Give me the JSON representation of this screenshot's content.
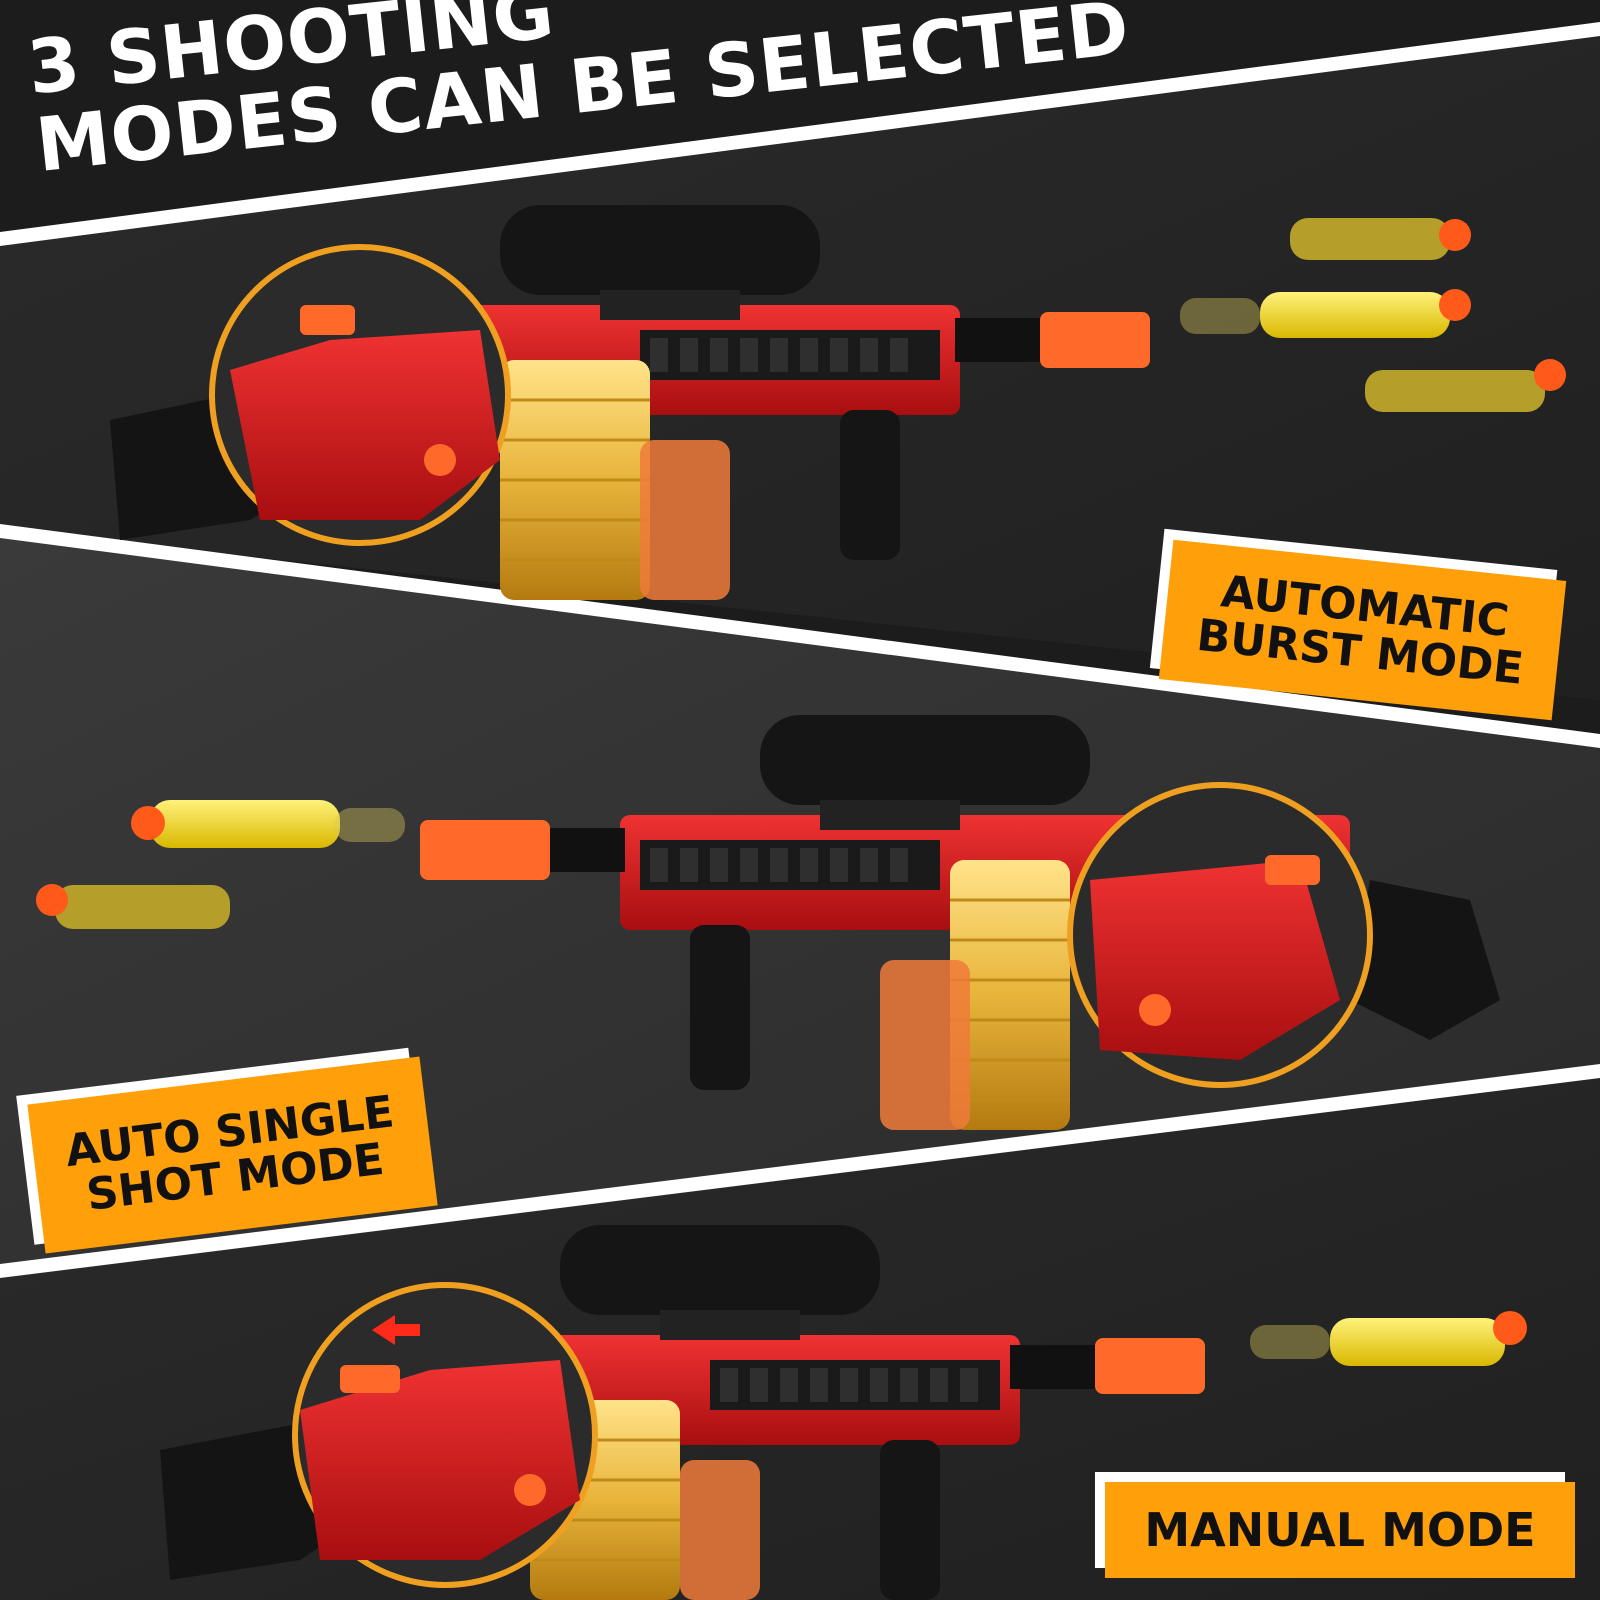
{
  "headline": {
    "line1": "3 SHOOTING",
    "line2": "MODES CAN BE SELECTED"
  },
  "modes": [
    {
      "label": "AUTOMATIC BURST MODE",
      "line1": "AUTOMATIC",
      "line2": "BURST MODE"
    },
    {
      "label": "AUTO SINGLE SHOT MODE",
      "line1": "AUTO SINGLE",
      "line2": "SHOT MODE"
    },
    {
      "label": "MANUAL MODE",
      "line1": "MANUAL MODE",
      "line2": ""
    }
  ],
  "colors": {
    "background_dark": "#1f1f1f",
    "panel_gray": "#333333",
    "accent_orange": "#ff9f0a",
    "blaster_red": "#d7191c",
    "dart_yellow": "#f2d21a",
    "divider_white": "#ffffff"
  },
  "icons": [
    "foam-dart-icon",
    "blaster-icon",
    "fire-selector-icon",
    "left-arrow-icon"
  ]
}
